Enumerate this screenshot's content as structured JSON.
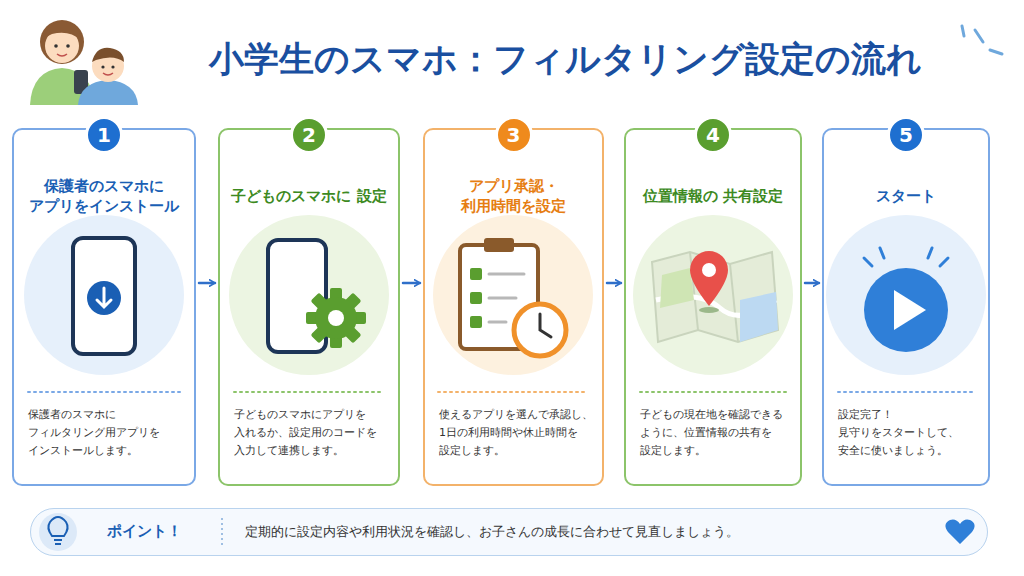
{
  "diagram": {
    "title": "小学生のスマホ：フィルタリング設定の流れ",
    "nodes": [
      {
        "text": [
          "保護者のスマホに アプリをインストール",
          "保護者のスマホに フィルタリング用アプリを インストールします。"
        ]
      },
      {
        "text": [
          "1"
        ],
        "in": 0
      },
      {
        "text": [
          "子どものスマホに 設定",
          "子どものスマホにアプリを 入れるか、設定用のコードを 入力して連携します。"
        ]
      },
      {
        "text": [
          "2"
        ],
        "in": 2
      },
      {
        "text": [
          "アプリ承認・ 利用時間を設定",
          "使えるアプリを選んで承認し、 1日の利用時間や休止時間を 設定します。"
        ]
      },
      {
        "text": [
          "3"
        ],
        "in": 4
      },
      {
        "text": [
          "位置情報の 共有設定",
          "子どもの現在地を確認できる ように、位置情報の共有を 設定します。"
        ]
      },
      {
        "text": [
          "4"
        ],
        "in": 6
      },
      {
        "text": [
          "スタート",
          "設定完了！ 見守りをスタートして、 安全に使いましょう。"
        ]
      },
      {
        "text": [
          "5"
        ],
        "in": 8
      },
      {
        "text": [
          "ポイント！",
          "定期的に設定内容や利用状況を確認し、お子さんの成長に合わせて見直しましょう。"
        ]
      }
    ],
    "edges": [
      {
        "from": 0,
        "to": 2,
        "arrow": "to"
      },
      {
        "from": 2,
        "to": 4,
        "arrow": "to"
      },
      {
        "from": 4,
        "to": 6,
        "arrow": "to"
      },
      {
        "from": 6,
        "to": 8,
        "arrow": "to"
      }
    ]
  }
}
